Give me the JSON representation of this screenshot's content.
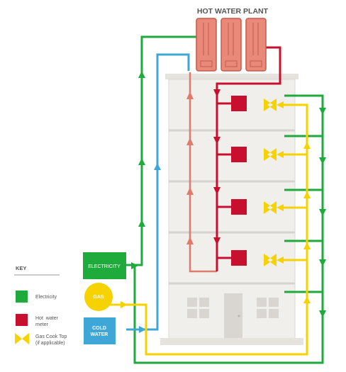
{
  "title": "HOT WATER PLANT",
  "sources": {
    "electricity": "ELECTRICITY",
    "gas": "GAS",
    "cold_water_line1": "COLD",
    "cold_water_line2": "WATER"
  },
  "key": {
    "heading": "KEY",
    "items": [
      {
        "label_line1": "Electricity",
        "label_line2": "",
        "icon": "green-square"
      },
      {
        "label_line1": "Hot  water",
        "label_line2": "meter",
        "icon": "red-square"
      },
      {
        "label_line1": "Gas Cook Top",
        "label_line2": "(if applicable)",
        "icon": "yellow-bowtie-valve"
      }
    ]
  },
  "colors": {
    "electricity": "#1faa3c",
    "hot_water": "#c8102e",
    "hot_water_return": "#e07a6a",
    "gas": "#f5d200",
    "cold_water": "#3fa6d8",
    "building": "#f1efec",
    "building_edge": "#d9d5d0",
    "heater": "#e8897a"
  }
}
